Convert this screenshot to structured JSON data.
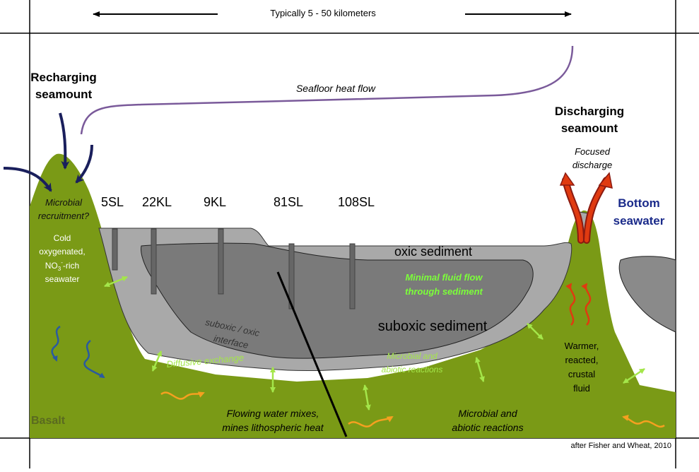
{
  "scale_label": "Typically 5 - 50  kilometers",
  "recharging_line1": "Recharging",
  "recharging_line2": "seamount",
  "discharging_line1": "Discharging",
  "discharging_line2": "seamount",
  "seafloor_heat_flow": "Seafloor heat flow",
  "focused_line1": "Focused",
  "focused_line2": "discharge",
  "microbial_recruit_line1": "Microbial",
  "microbial_recruit_line2": "recruitment?",
  "cold_line1": "Cold",
  "cold_line2": "oxygenated,",
  "cold_line3_a": "NO",
  "cold_line3_sub": "3",
  "cold_line3_sup": "-",
  "cold_line3_b": "-rich",
  "cold_line4": "seawater",
  "cores": [
    "5SL",
    "22KL",
    "9KL",
    "81SL",
    "108SL"
  ],
  "bottom_seawater_line1": "Bottom",
  "bottom_seawater_line2": "seawater",
  "oxic_sediment": "oxic sediment",
  "minimal_flow_line1": "Minimal fluid flow",
  "minimal_flow_line2": "through sediment",
  "suboxic_sediment": "suboxic sediment",
  "interface_line1": "suboxic / oxic",
  "interface_line2": "interface",
  "diffusive_exchange": "Diffusive exchange",
  "microbial_abiotic_inner_line1": "Microbial and",
  "microbial_abiotic_inner_line2": "abiotic reactions",
  "warmer_line1": "Warmer,",
  "warmer_line2": "reacted,",
  "warmer_line3": "crustal",
  "warmer_line4": "fluid",
  "basalt": "Basalt",
  "flowing_line1": "Flowing water mixes,",
  "flowing_line2": "mines lithospheric heat",
  "microbial_abiotic_bottom_line1": "Microbial and",
  "microbial_abiotic_bottom_line2": "abiotic reactions",
  "credit": "after Fisher and Wheat, 2010",
  "colors": {
    "basalt": "#7a9a16",
    "sediment_oxic": "#a9a9a9",
    "sediment_suboxic": "#7a7a7a",
    "bright_green": "#a4e64a",
    "navy": "#1a1f5c",
    "purple": "#7a5a9a",
    "blue_text": "#1a2a8a",
    "red": "#e03a10",
    "orange": "#f5a020"
  }
}
